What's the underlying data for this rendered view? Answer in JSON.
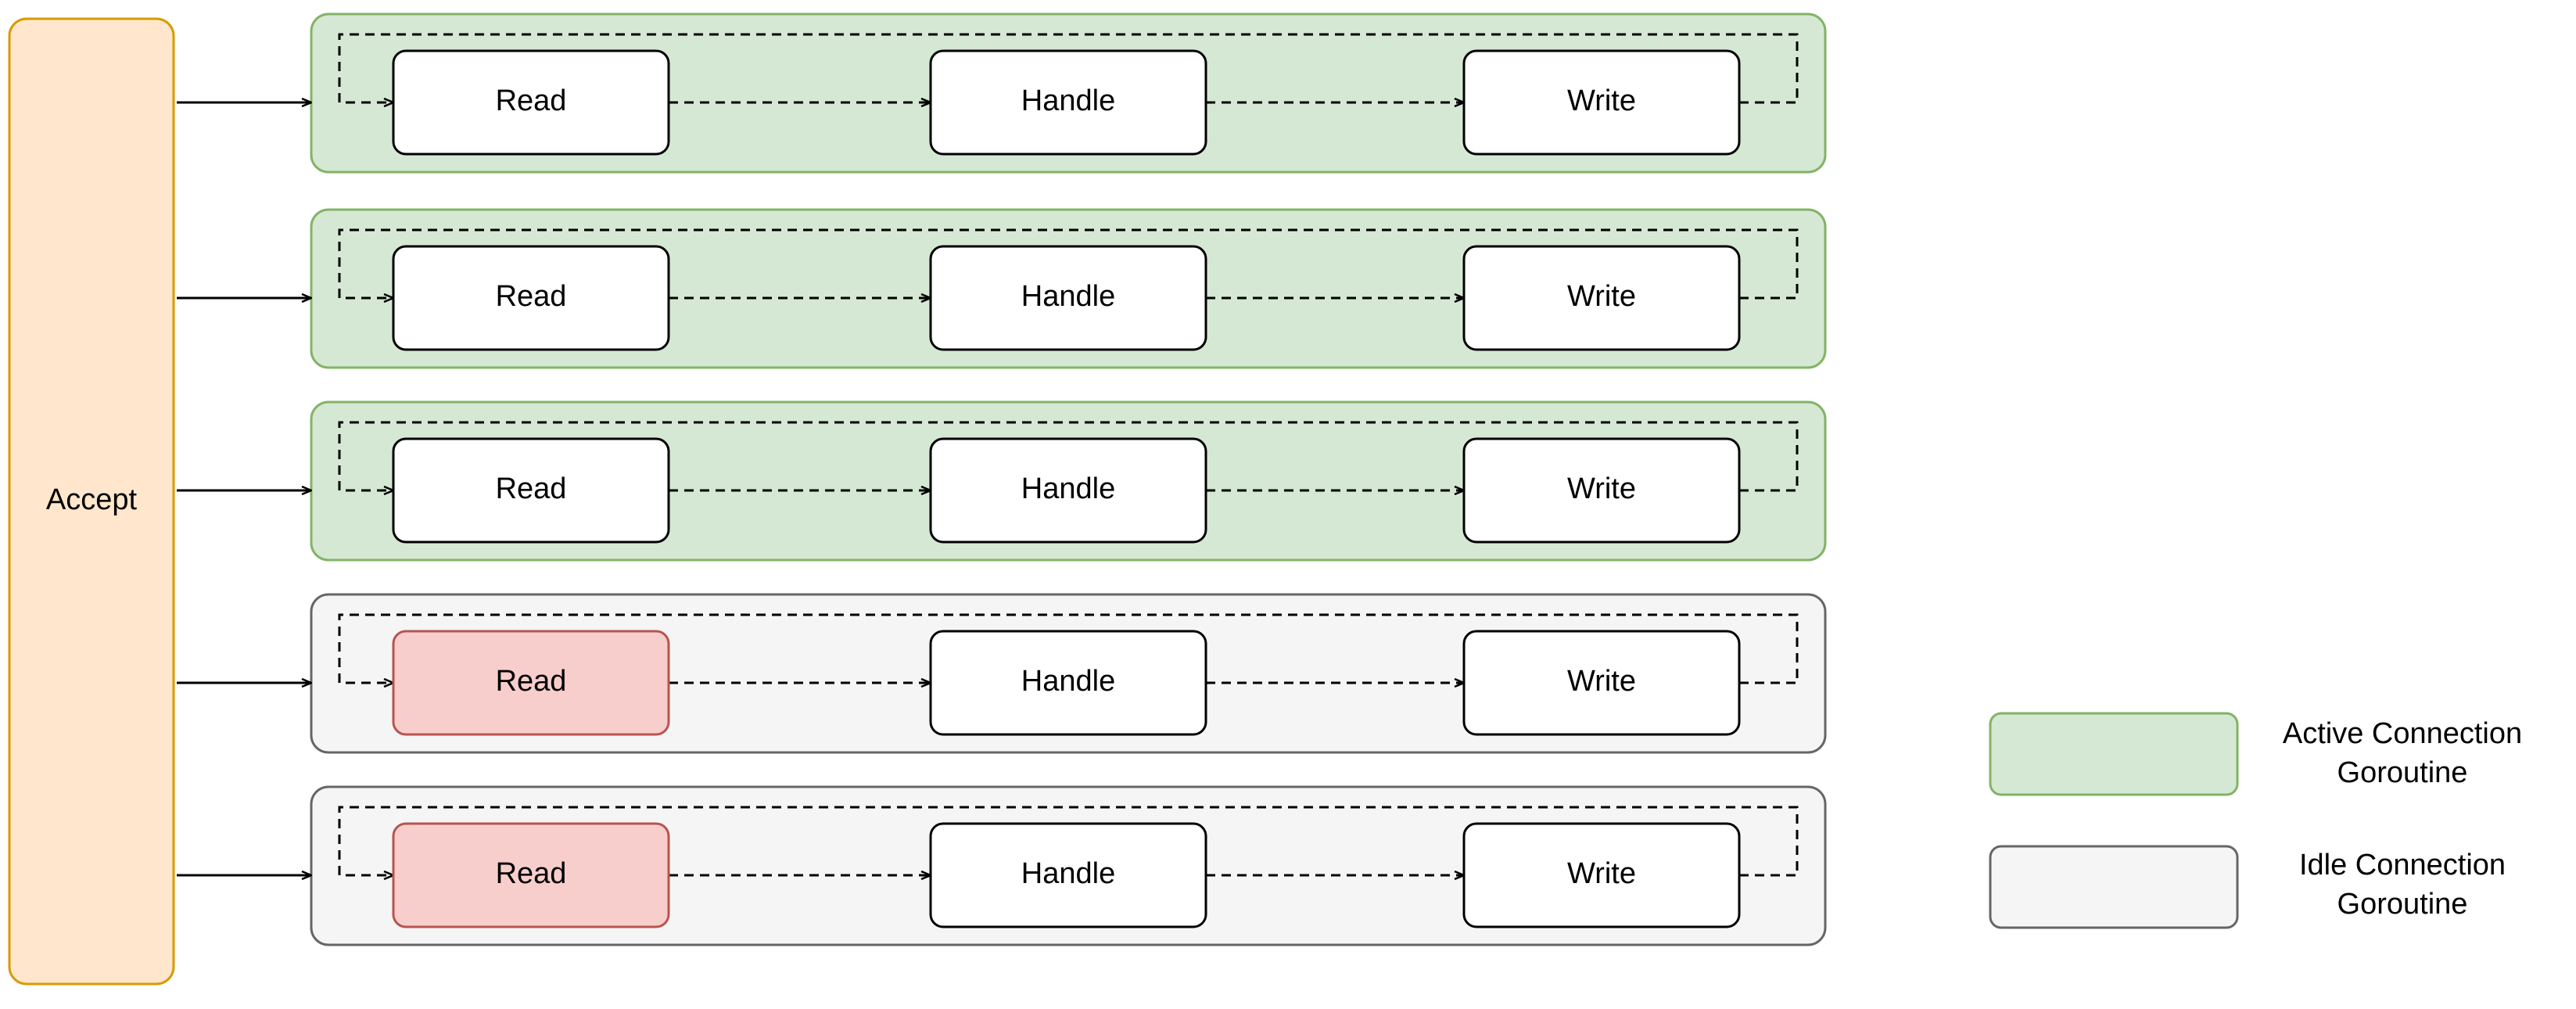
{
  "diagram": {
    "accept_label": "Accept",
    "rows": [
      {
        "state": "active",
        "steps": [
          "Read",
          "Handle",
          "Write"
        ],
        "read_blocked": false
      },
      {
        "state": "active",
        "steps": [
          "Read",
          "Handle",
          "Write"
        ],
        "read_blocked": false
      },
      {
        "state": "active",
        "steps": [
          "Read",
          "Handle",
          "Write"
        ],
        "read_blocked": false
      },
      {
        "state": "idle",
        "steps": [
          "Read",
          "Handle",
          "Write"
        ],
        "read_blocked": true
      },
      {
        "state": "idle",
        "steps": [
          "Read",
          "Handle",
          "Write"
        ],
        "read_blocked": true
      }
    ]
  },
  "legend": {
    "active_line1": "Active Connection",
    "active_line2": "Goroutine",
    "idle_line1": "Idle Connection",
    "idle_line2": "Goroutine"
  },
  "colors": {
    "accept_fill": "#ffe6cc",
    "accept_stroke": "#d79b00",
    "active_fill": "#d5e8d4",
    "active_stroke": "#82b366",
    "idle_fill": "#f5f5f5",
    "idle_stroke": "#666666",
    "blocked_fill": "#f8cecc",
    "blocked_stroke": "#b85450",
    "node_fill": "#ffffff",
    "node_stroke": "#000000"
  }
}
